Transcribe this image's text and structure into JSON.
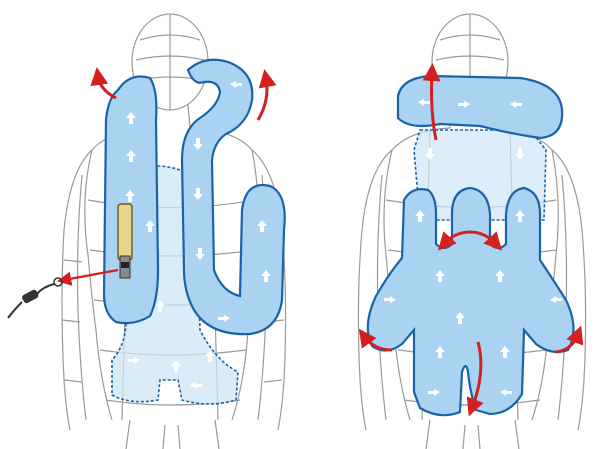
{
  "diagram": {
    "views": [
      {
        "name": "front-view"
      },
      {
        "name": "back-view"
      }
    ],
    "colors": {
      "airbag_fill": "#a9d3f0",
      "airbag_fill_light": "#cfe6f7",
      "airbag_outline": "#1b63a8",
      "mannequin_line": "#9a9a9a",
      "arrow_red": "#d42020",
      "inflator_fill": "#e8d58a",
      "inner_arrow": "#ffffff"
    },
    "icons": [
      "inflation-direction-arrow",
      "gas-inflator-canister",
      "trigger-lanyard",
      "flow-arrow"
    ]
  }
}
